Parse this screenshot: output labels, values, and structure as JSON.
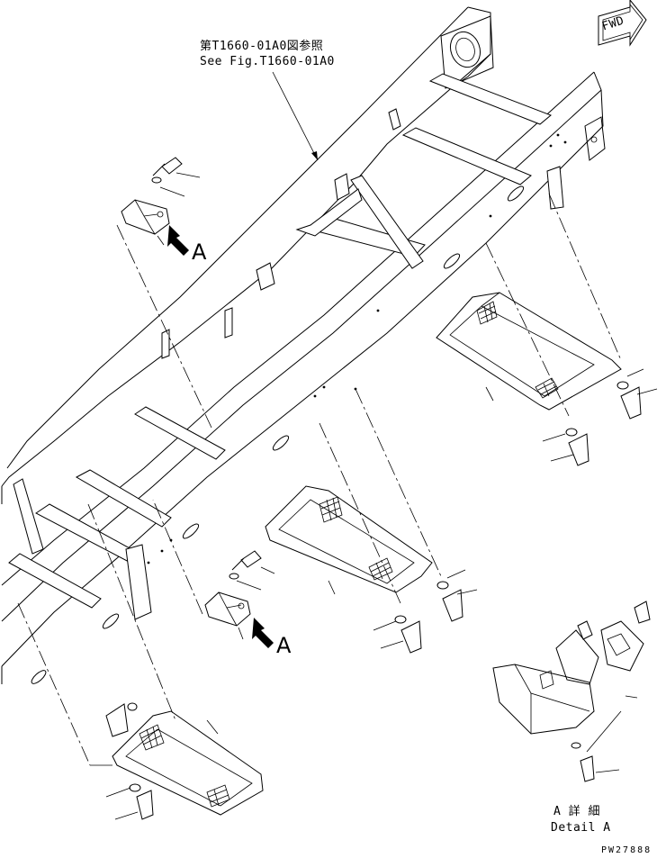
{
  "reference_note": {
    "line_jp": "第T1660-01A0図参照",
    "line_en": "See Fig.T1660-01A0"
  },
  "direction_arrow": {
    "label": "FWD"
  },
  "view_markers": {
    "marker_1": "A",
    "marker_2": "A"
  },
  "detail_caption": {
    "line_jp": "A 詳 細",
    "line_en": "Detail A"
  },
  "drawing_number": "PW27888"
}
